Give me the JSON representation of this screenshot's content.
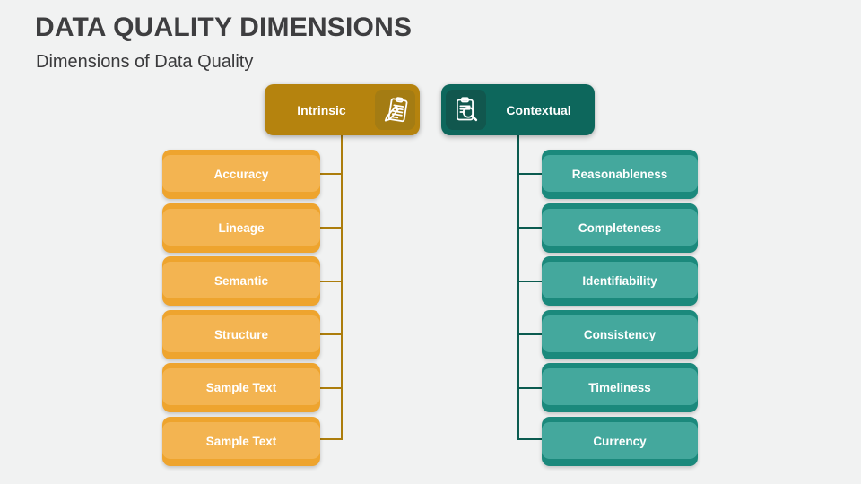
{
  "page": {
    "title": "DATA QUALITY DIMENSIONS",
    "subtitle": "Dimensions of Data Quality"
  },
  "colors": {
    "background": "#F1F2F2",
    "title_text": "#3E3E40",
    "box_text": "#FFFFFF",
    "gold_header": "#B5830E",
    "gold_icon_tile": "#A47C13",
    "gold_item_body": "#F3B451",
    "gold_item_edge": "#EEA42E",
    "gold_connector": "#AC7D0C",
    "teal_header": "#0D675C",
    "teal_icon_tile": "#11574E",
    "teal_item_body": "#44A89D",
    "teal_item_edge": "#1B897C",
    "teal_connector": "#0B5B50"
  },
  "trees": [
    {
      "header": {
        "label": "Intrinsic",
        "icon": "notepad-pencil-icon"
      },
      "items": [
        "Accuracy",
        "Lineage",
        "Semantic",
        "Structure",
        "Sample Text",
        "Sample Text"
      ]
    },
    {
      "header": {
        "label": "Contextual",
        "icon": "clipboard-search-icon"
      },
      "items": [
        "Reasonableness",
        "Completeness",
        "Identifiability",
        "Consistency",
        "Timeliness",
        "Currency"
      ]
    }
  ]
}
